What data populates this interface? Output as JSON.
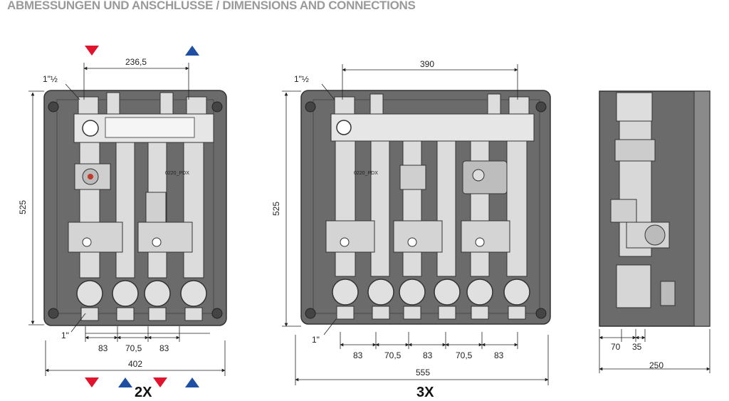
{
  "title": "ABMESSUNGEN UND ANSCHLUSSE / DIMENSIONS AND CONNECTIONS",
  "unit2x": {
    "label": "2X",
    "width_top": "236,5",
    "height": "525",
    "thread_top": "1\"½",
    "thread_bottom": "1\"",
    "spacing": [
      "83",
      "70,5",
      "83"
    ],
    "width_total": "402",
    "part_code": "0220_PDX"
  },
  "unit3x": {
    "label": "3X",
    "width_top": "390",
    "height": "525",
    "thread_top": "1\"½",
    "thread_bottom": "1\"",
    "spacing": [
      "83",
      "70,5",
      "83",
      "70,5",
      "83"
    ],
    "width_total": "555",
    "part_code": "0220_PDX"
  },
  "side": {
    "depth_a": "70",
    "depth_b": "35",
    "depth_total": "250"
  },
  "colors": {
    "supply": "#e0142c",
    "return": "#1f4fa3",
    "panel": "#666666",
    "metal": "#d9d9d9",
    "title": "#9a9a9a"
  }
}
